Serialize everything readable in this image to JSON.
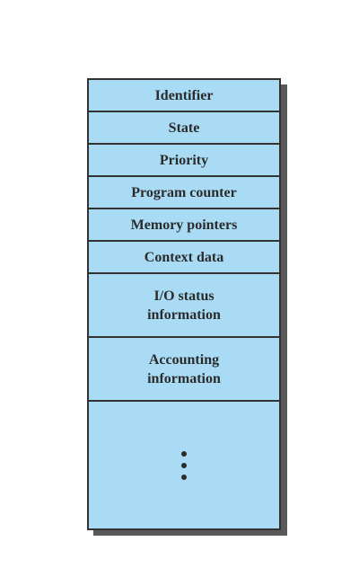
{
  "pcb": {
    "fields": [
      {
        "label": "Identifier"
      },
      {
        "label": "State"
      },
      {
        "label": "Priority"
      },
      {
        "label": "Program counter"
      },
      {
        "label": "Memory pointers"
      },
      {
        "label": "Context data"
      },
      {
        "label": "I/O status\ninformation"
      },
      {
        "label": "Accounting\ninformation"
      }
    ]
  },
  "colors": {
    "fill": "#a9dcf4",
    "border": "#333333",
    "shadow": "#5a5a5a",
    "text": "#2b2b2b"
  }
}
